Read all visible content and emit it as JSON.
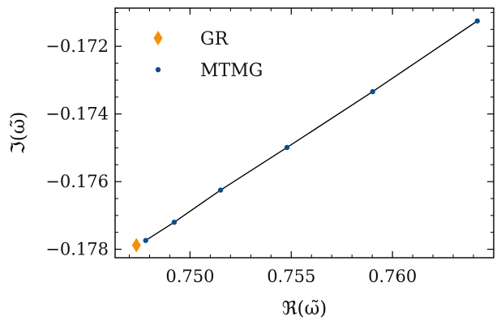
{
  "chart_data": {
    "type": "scatter",
    "xlabel": "ℜ(ω̃)",
    "ylabel": "ℑ(ω̃)",
    "xlim": [
      0.7463,
      0.765
    ],
    "ylim": [
      -0.17825,
      -0.17087
    ],
    "x_major_ticks": [
      0.75,
      0.755,
      0.76
    ],
    "x_tick_labels": [
      "0.750",
      "0.755",
      "0.760"
    ],
    "y_major_ticks": [
      -0.172,
      -0.174,
      -0.176,
      -0.178
    ],
    "y_tick_labels": [
      "−0.172",
      "−0.174",
      "−0.176",
      "−0.178"
    ],
    "grid": false,
    "legend_position": "top-left",
    "series": [
      {
        "name": "GR",
        "marker": "diamond",
        "color": "#f5900b",
        "points": [
          {
            "x": 0.74735,
            "y": -0.17788
          }
        ]
      },
      {
        "name": "MTMG",
        "marker": "circle",
        "color": "#0d4d8a",
        "line": true,
        "line_color": "#000000",
        "points": [
          {
            "x": 0.74781,
            "y": -0.17774
          },
          {
            "x": 0.74922,
            "y": -0.1772
          },
          {
            "x": 0.75151,
            "y": -0.17625
          },
          {
            "x": 0.75479,
            "y": -0.17499
          },
          {
            "x": 0.75902,
            "y": -0.17334
          },
          {
            "x": 0.76419,
            "y": -0.17125
          }
        ]
      }
    ]
  }
}
